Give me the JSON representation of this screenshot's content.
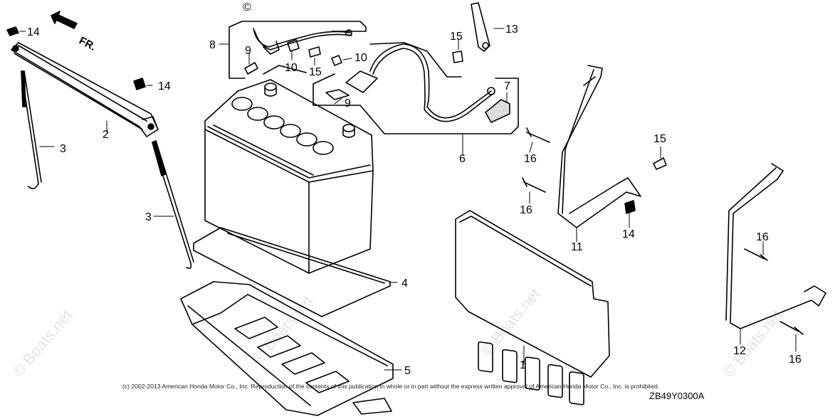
{
  "diagram": {
    "direction_label": "FR.",
    "copyright_mark": "©",
    "copyright_text": "(c) 2002-2013 American Honda Motor Co., Inc. Reproduction of the contents of this publication in whole or in part without the express written approval of American Honda Motor Co., Inc. is prohibited.",
    "diagram_code": "ZB49Y0300A",
    "watermark": "© Boats.net",
    "callouts": [
      "1",
      "2",
      "3",
      "3",
      "4",
      "5",
      "6",
      "7",
      "8",
      "9",
      "9",
      "10",
      "10",
      "11",
      "12",
      "13",
      "14",
      "14",
      "14",
      "15",
      "15",
      "15",
      "16",
      "16",
      "16",
      "16"
    ]
  }
}
